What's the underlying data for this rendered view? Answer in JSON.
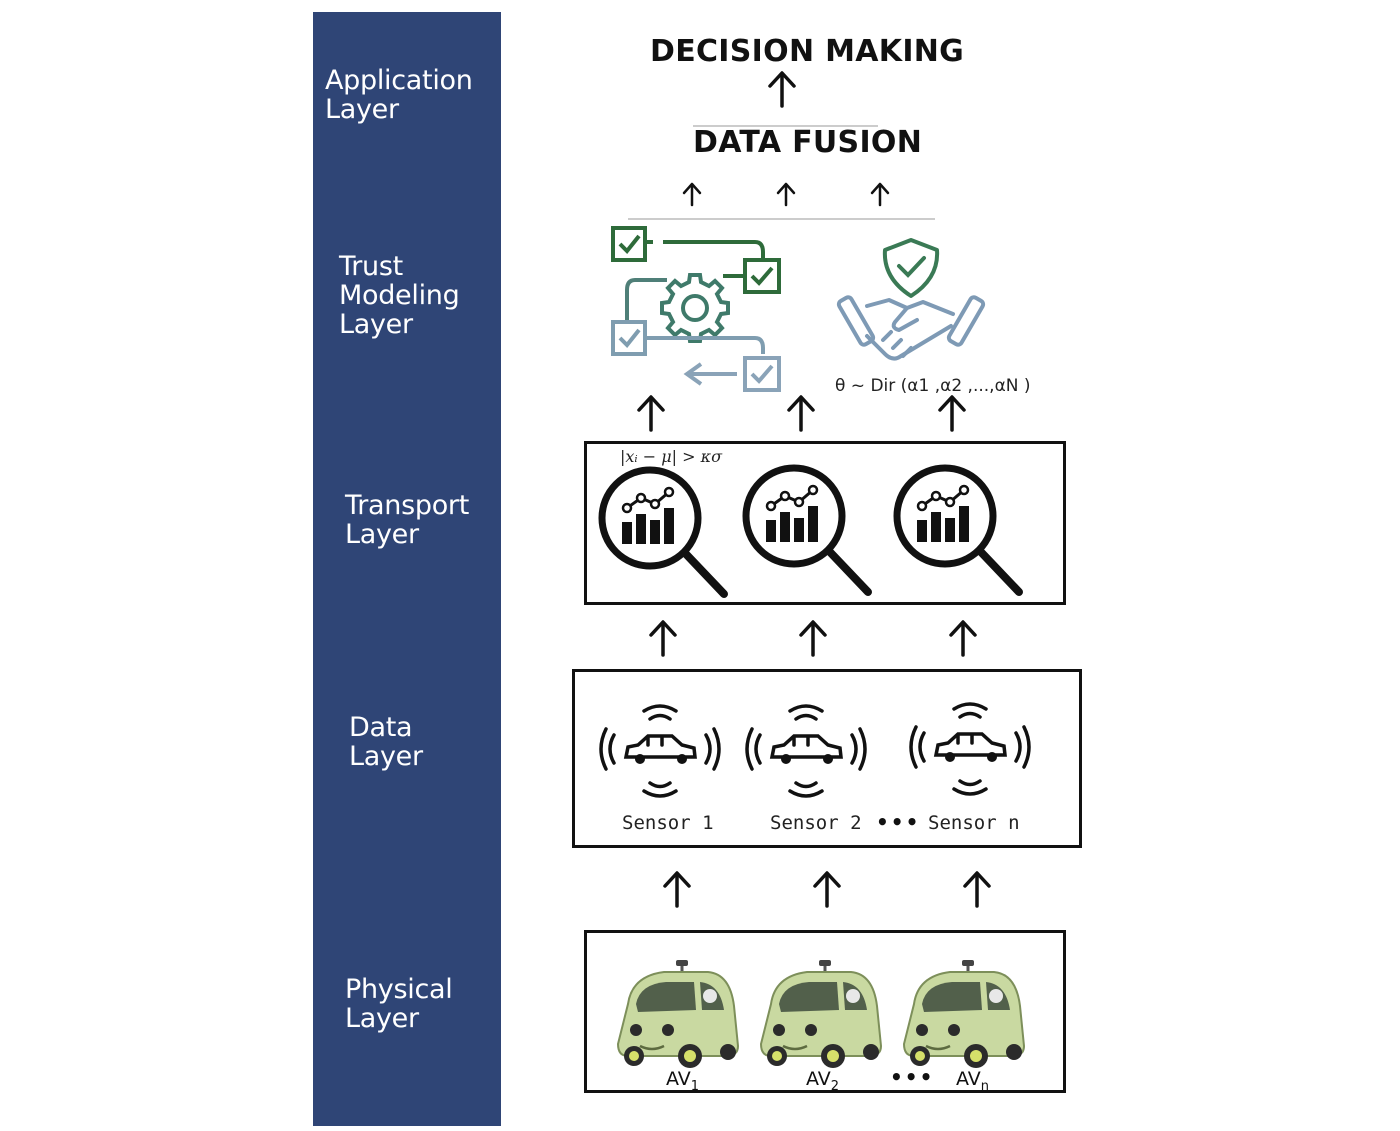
{
  "layers": {
    "application": "Application\nLayer",
    "trust": "Trust\nModeling\nLayer",
    "transport": "Transport\nLayer",
    "data": "Data\nLayer",
    "physical": "Physical\nLayer"
  },
  "headings": {
    "decision": "DECISION MAKING",
    "fusion": "DATA FUSION"
  },
  "trust": {
    "dirichlet_formula": "θ ~ Dir (α1 ,α2 ,...,αN )"
  },
  "transport": {
    "outlier_formula": "|xᵢ − μ| > κσ"
  },
  "sensors": [
    {
      "label": "Sensor 1"
    },
    {
      "label": "Sensor 2"
    },
    {
      "label": "Sensor n"
    }
  ],
  "ellipsis": "•••",
  "vehicles": [
    {
      "label": "AV",
      "sub": "1"
    },
    {
      "label": "AV",
      "sub": "2"
    },
    {
      "label": "AV",
      "sub": "n"
    }
  ],
  "colors": {
    "sidebar": "#2f4576",
    "workflow_dark": "#2e6b3a",
    "workflow_light": "#8aa3b8",
    "handshake_green": "#3a7a55",
    "handshake_blue": "#7e9ab5",
    "car_body": "#c9d9a1"
  }
}
